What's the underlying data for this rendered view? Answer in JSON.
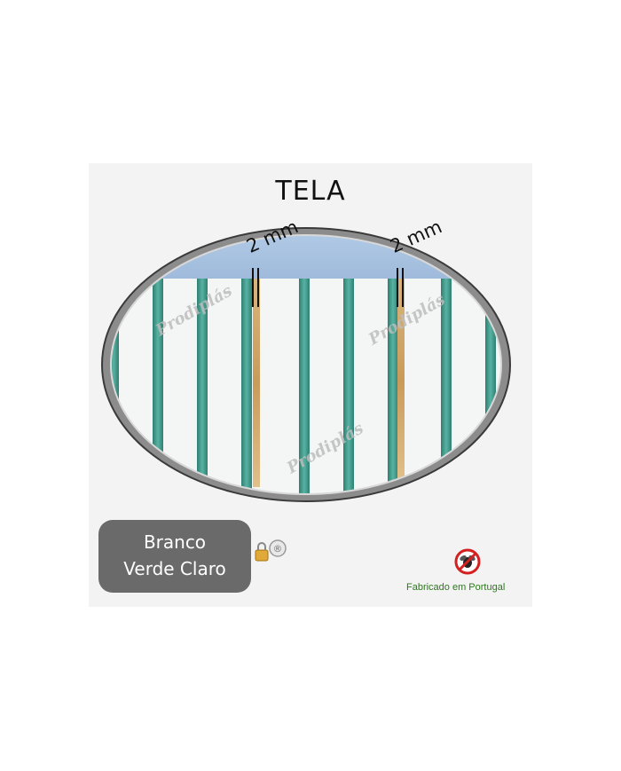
{
  "title": "TELA",
  "dimensions": {
    "left": "2 mm",
    "right": "2 mm"
  },
  "watermark": "Prodiplás",
  "colors_badge": {
    "line1": "Branco",
    "line2": "Verde Claro"
  },
  "made_in": "Fabricado em Portugal",
  "colors": {
    "slat_green": "#3e9a8a",
    "slat_white": "#f4f6f5",
    "top_band": "#a9c3e2",
    "badge_bg": "#6a6a6a",
    "made_text": "#2a7a1a"
  },
  "icons": [
    "padlock-icon",
    "no-flies-icon"
  ]
}
